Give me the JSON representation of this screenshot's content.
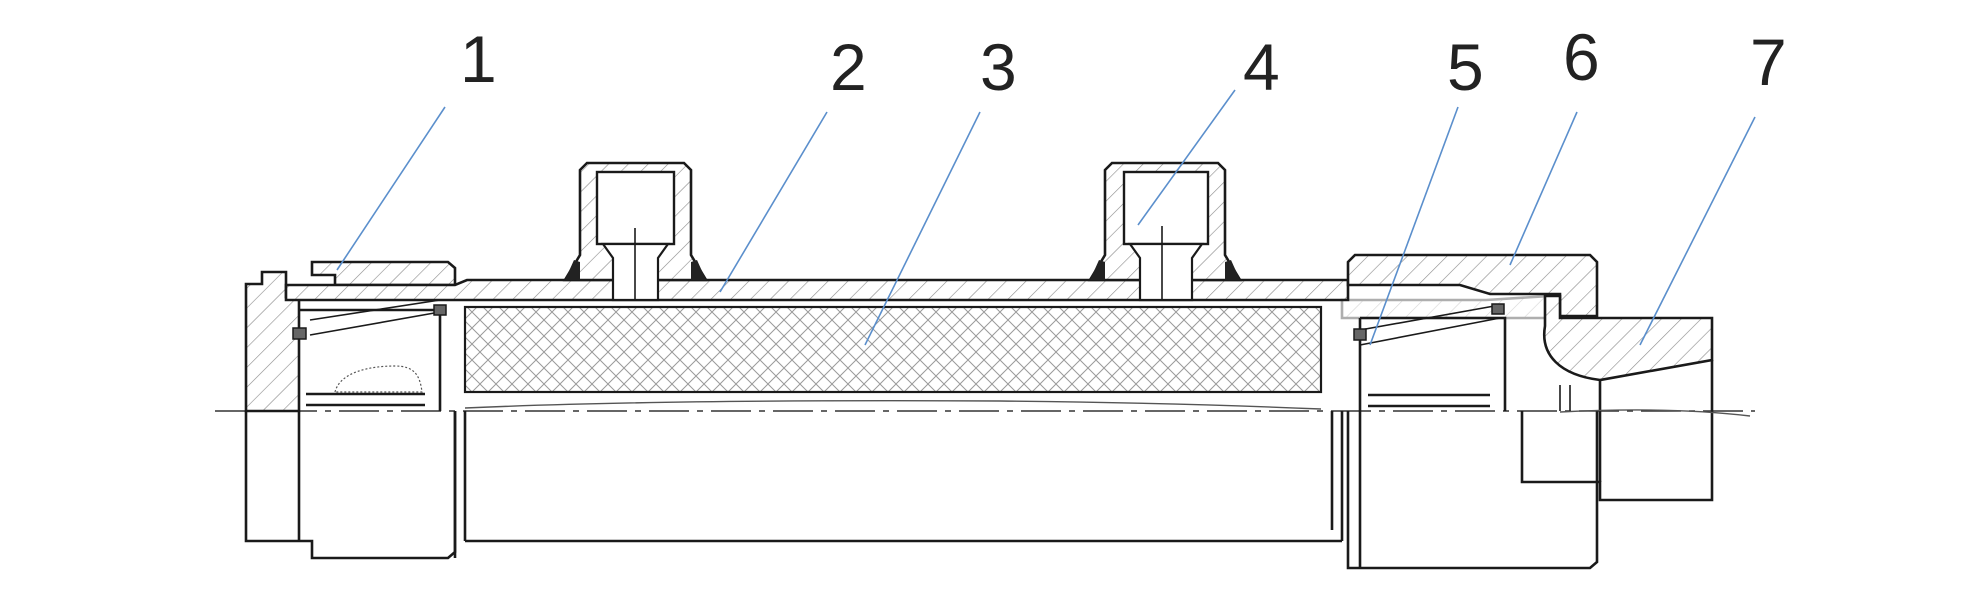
{
  "callouts": [
    {
      "number": "1"
    },
    {
      "number": "2"
    },
    {
      "number": "3"
    },
    {
      "number": "4"
    },
    {
      "number": "5"
    },
    {
      "number": "6"
    },
    {
      "number": "7"
    }
  ],
  "colors": {
    "outline": "#1a1a1a",
    "leader": "#5b8fcc",
    "hatch": "#8a8a8a",
    "label": "#222222",
    "background": "#ffffff"
  }
}
